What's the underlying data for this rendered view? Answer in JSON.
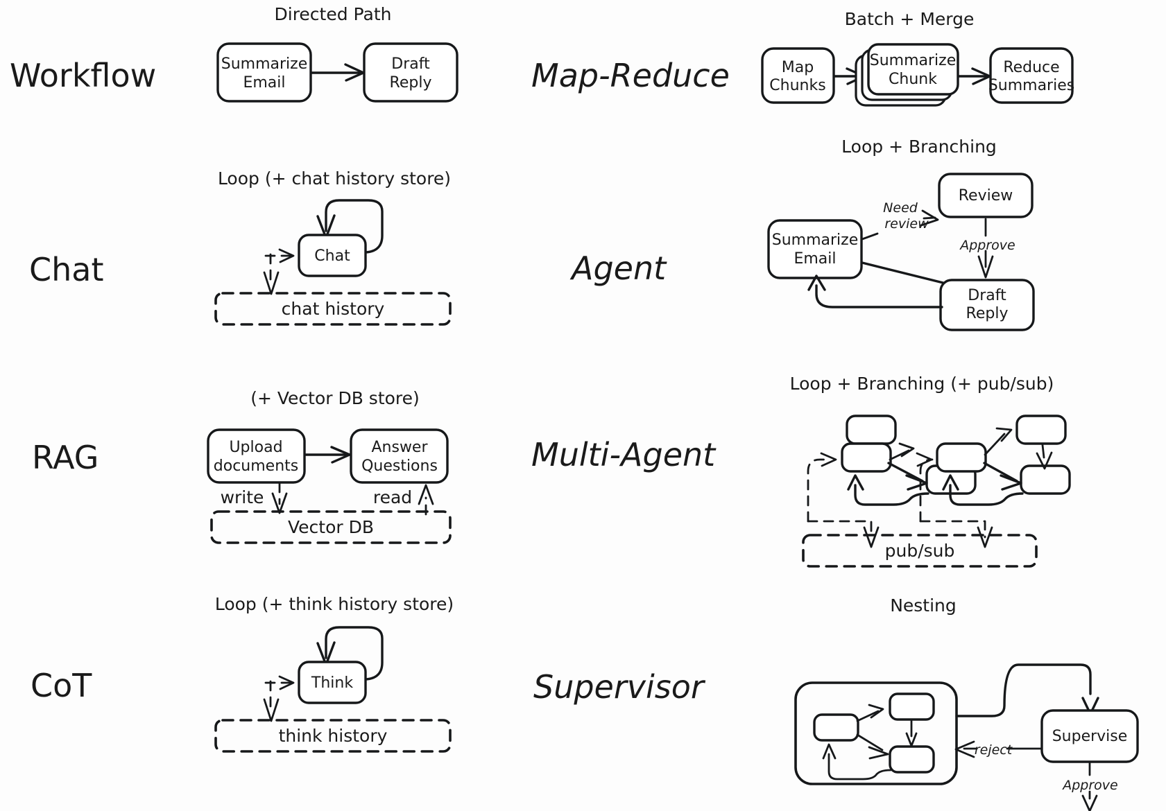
{
  "figure": {
    "title": "Agentic patterns: left column names, right column names, with captions",
    "background": "#fdfdfd",
    "ink": "#16181a"
  },
  "rows": [
    {
      "left": {
        "label": "Workflow",
        "caption": "Directed Path",
        "nodes": [
          {
            "id": "wf-summarize",
            "lines": [
              "Summarize",
              "Email"
            ]
          },
          {
            "id": "wf-draft",
            "lines": [
              "Draft",
              "Reply"
            ]
          }
        ],
        "edges": [
          {
            "from": "wf-summarize",
            "to": "wf-draft",
            "label": ""
          }
        ],
        "stores": []
      },
      "right": {
        "label": "Map-Reduce",
        "caption": "Batch + Merge",
        "nodes": [
          {
            "id": "mr-map",
            "lines": [
              "Map",
              "Chunks"
            ]
          },
          {
            "id": "mr-summarize",
            "lines": [
              "Summarize",
              "Chunk"
            ],
            "stacked": true
          },
          {
            "id": "mr-reduce",
            "lines": [
              "Reduce",
              "Summaries"
            ]
          }
        ],
        "edges": [
          {
            "from": "mr-map",
            "to": "mr-summarize",
            "label": ""
          },
          {
            "from": "mr-summarize",
            "to": "mr-reduce",
            "label": ""
          }
        ],
        "stores": []
      }
    },
    {
      "left": {
        "label": "Chat",
        "caption": "Loop (+ chat history store)",
        "nodes": [
          {
            "id": "chat-node",
            "lines": [
              "Chat"
            ]
          }
        ],
        "edges": [
          {
            "from": "chat-node",
            "to": "chat-node",
            "label": "",
            "kind": "self-loop"
          }
        ],
        "stores": [
          {
            "id": "chat-store",
            "label": "chat history"
          }
        ]
      },
      "right": {
        "label": "Agent",
        "caption": "Loop + Branching",
        "nodes": [
          {
            "id": "ag-summarize",
            "lines": [
              "Summarize",
              "Email"
            ]
          },
          {
            "id": "ag-review",
            "lines": [
              "Review"
            ]
          },
          {
            "id": "ag-draft",
            "lines": [
              "Draft",
              "Reply"
            ]
          }
        ],
        "edges": [
          {
            "from": "ag-summarize",
            "to": "ag-review",
            "label": "Need review"
          },
          {
            "from": "ag-review",
            "to": "ag-draft",
            "label": "Approve"
          },
          {
            "from": "ag-summarize",
            "to": "ag-draft",
            "label": ""
          },
          {
            "from": "ag-draft",
            "to": "ag-summarize",
            "label": "",
            "kind": "loop-back"
          }
        ],
        "stores": []
      }
    },
    {
      "left": {
        "label": "RAG",
        "caption": "(+ Vector DB store)",
        "nodes": [
          {
            "id": "rag-upload",
            "lines": [
              "Upload",
              "documents"
            ]
          },
          {
            "id": "rag-answer",
            "lines": [
              "Answer",
              "Questions"
            ]
          }
        ],
        "edges": [
          {
            "from": "rag-upload",
            "to": "rag-answer",
            "label": ""
          },
          {
            "from": "rag-upload",
            "to": "rag-store",
            "label": "write",
            "kind": "dashed"
          },
          {
            "from": "rag-store",
            "to": "rag-answer",
            "label": "read",
            "kind": "dashed"
          }
        ],
        "stores": [
          {
            "id": "rag-store",
            "label": "Vector DB"
          }
        ]
      },
      "right": {
        "label": "Multi-Agent",
        "caption": "Loop + Branching (+ pub/sub)",
        "nodes": [
          {
            "id": "ma-a1",
            "lines": [
              ""
            ]
          },
          {
            "id": "ma-a2",
            "lines": [
              ""
            ]
          },
          {
            "id": "ma-a3",
            "lines": [
              ""
            ]
          },
          {
            "id": "ma-b1",
            "lines": [
              ""
            ]
          },
          {
            "id": "ma-b2",
            "lines": [
              ""
            ]
          },
          {
            "id": "ma-b3",
            "lines": [
              ""
            ]
          }
        ],
        "edges": [
          {
            "from": "ma-a1",
            "to": "ma-a2",
            "label": ""
          },
          {
            "from": "ma-a2",
            "to": "ma-a3",
            "label": ""
          },
          {
            "from": "ma-a1",
            "to": "ma-a3",
            "label": ""
          },
          {
            "from": "ma-a3",
            "to": "ma-a1",
            "label": "",
            "kind": "loop-back"
          },
          {
            "from": "ma-a1",
            "to": "ma-store",
            "label": "",
            "kind": "dashed"
          },
          {
            "from": "ma-b1",
            "to": "ma-b2",
            "label": ""
          },
          {
            "from": "ma-b2",
            "to": "ma-b3",
            "label": ""
          },
          {
            "from": "ma-b1",
            "to": "ma-b3",
            "label": ""
          },
          {
            "from": "ma-b3",
            "to": "ma-b1",
            "label": "",
            "kind": "loop-back"
          },
          {
            "from": "ma-b1",
            "to": "ma-store",
            "label": "",
            "kind": "dashed"
          }
        ],
        "stores": [
          {
            "id": "ma-store",
            "label": "pub/sub"
          }
        ]
      }
    },
    {
      "left": {
        "label": "CoT",
        "caption": "Loop (+ think history store)",
        "nodes": [
          {
            "id": "cot-node",
            "lines": [
              "Think"
            ]
          }
        ],
        "edges": [
          {
            "from": "cot-node",
            "to": "cot-node",
            "label": "",
            "kind": "self-loop"
          }
        ],
        "stores": [
          {
            "id": "cot-store",
            "label": "think history"
          }
        ]
      },
      "right": {
        "label": "Supervisor",
        "caption": "Nesting",
        "nodes": [
          {
            "id": "sv-sub1",
            "lines": [
              ""
            ]
          },
          {
            "id": "sv-sub2",
            "lines": [
              ""
            ]
          },
          {
            "id": "sv-sub3",
            "lines": [
              ""
            ]
          },
          {
            "id": "sv-supervise",
            "lines": [
              "Supervise"
            ]
          }
        ],
        "edges": [
          {
            "from": "sv-group",
            "to": "sv-supervise",
            "label": ""
          },
          {
            "from": "sv-supervise",
            "to": "sv-group",
            "label": "reject"
          },
          {
            "from": "sv-supervise",
            "to": "",
            "label": "Approve"
          }
        ],
        "stores": []
      }
    }
  ],
  "labels": {
    "row_left": [
      "Workflow",
      "Chat",
      "RAG",
      "CoT"
    ],
    "row_right": [
      "Map-Reduce",
      "Agent",
      "Multi-Agent",
      "Supervisor"
    ],
    "captions_left": [
      "Directed Path",
      "Loop (+ chat history store)",
      "(+ Vector DB store)",
      "Loop (+ think history store)"
    ],
    "captions_right": [
      "Batch + Merge",
      "Loop + Branching",
      "Loop + Branching (+ pub/sub)",
      "Nesting"
    ],
    "nodes": {
      "summarize_email": "Summarize\nEmail",
      "summarize_email_l1": "Summarize",
      "summarize_email_l2": "Email",
      "draft_reply_l1": "Draft",
      "draft_reply_l2": "Reply",
      "map_chunks_l1": "Map",
      "map_chunks_l2": "Chunks",
      "summarize_chunk_l1": "Summarize",
      "summarize_chunk_l2": "Chunk",
      "reduce_summaries_l1": "Reduce",
      "reduce_summaries_l2": "Summaries",
      "chat": "Chat",
      "think": "Think",
      "review": "Review",
      "upload_l1": "Upload",
      "upload_l2": "documents",
      "answer_l1": "Answer",
      "answer_l2": "Questions",
      "supervise": "Supervise"
    },
    "stores": {
      "chat_history": "chat history",
      "think_history": "think history",
      "vector_db": "Vector DB",
      "pub_sub": "pub/sub"
    },
    "edges": {
      "need_review_l1": "Need",
      "need_review_l2": "review",
      "approve": "Approve",
      "approve2": "Approve",
      "write": "write",
      "read": "read",
      "reject": "reject"
    }
  }
}
